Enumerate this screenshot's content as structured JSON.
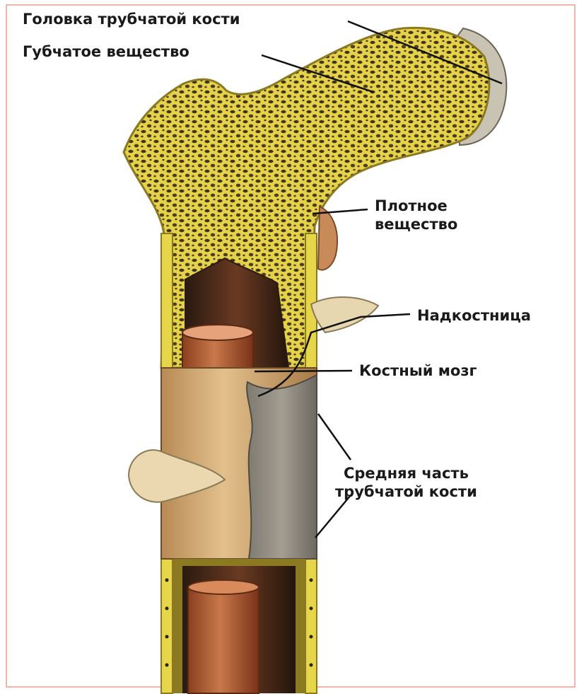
{
  "labels": {
    "head": "Головка трубчатой кости",
    "spongy": "Губчатое вещество",
    "dense_line1": "Плотное",
    "dense_line2": "вещество",
    "periosteum": "Надкостница",
    "marrow": "Костный мозг",
    "middle_line1": "Средняя часть",
    "middle_line2": "трубчатой кости"
  },
  "colors": {
    "frame": "#e9b8a9",
    "bone_yellow": "#e8d64a",
    "bone_edge": "#b59a2a",
    "spongy_holes": "#3a3418",
    "marrow": "#c06a3c",
    "periosteum": "#d9b07a",
    "shaft_gray": "#8f8a80",
    "cartilage": "#d8d2c4"
  }
}
